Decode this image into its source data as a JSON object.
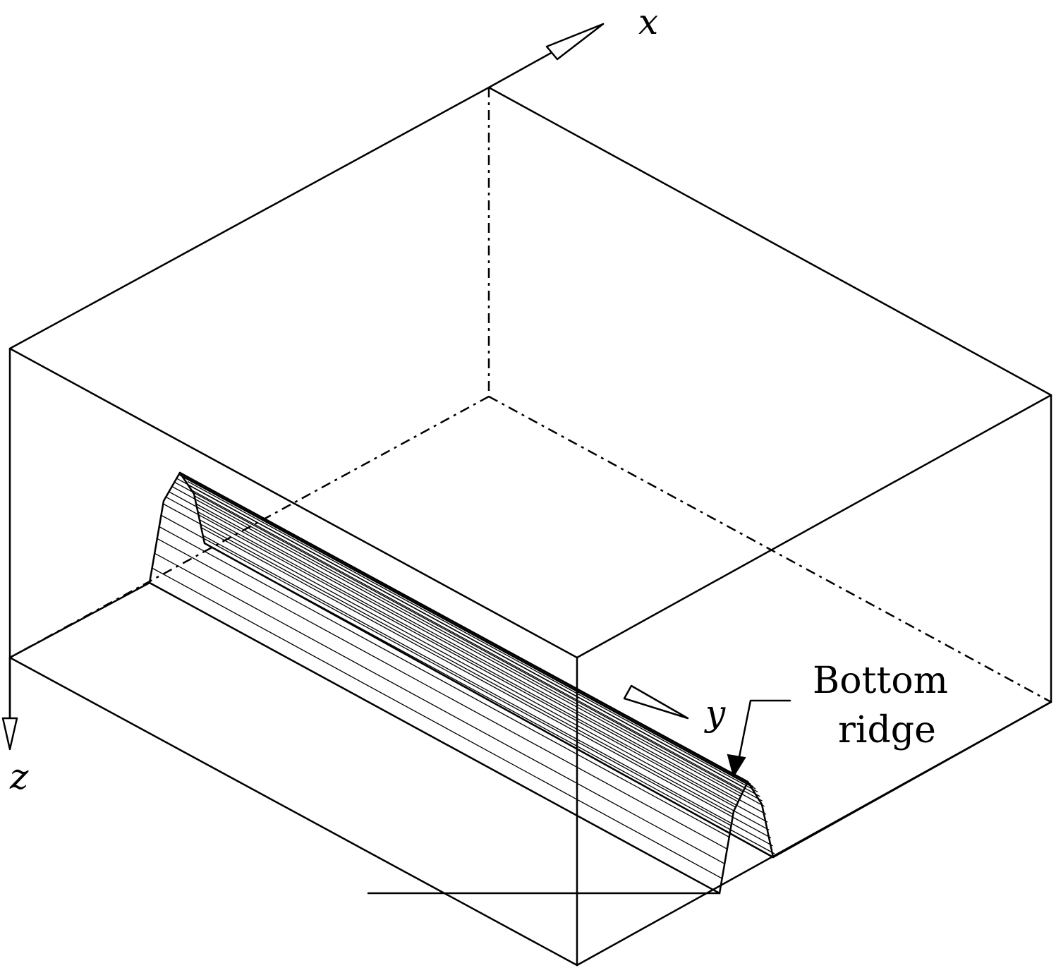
{
  "axes": {
    "x_label": "x",
    "y_label": "y",
    "z_label": "z"
  },
  "annotation": {
    "line1": "Bottom",
    "line2": "ridge"
  }
}
